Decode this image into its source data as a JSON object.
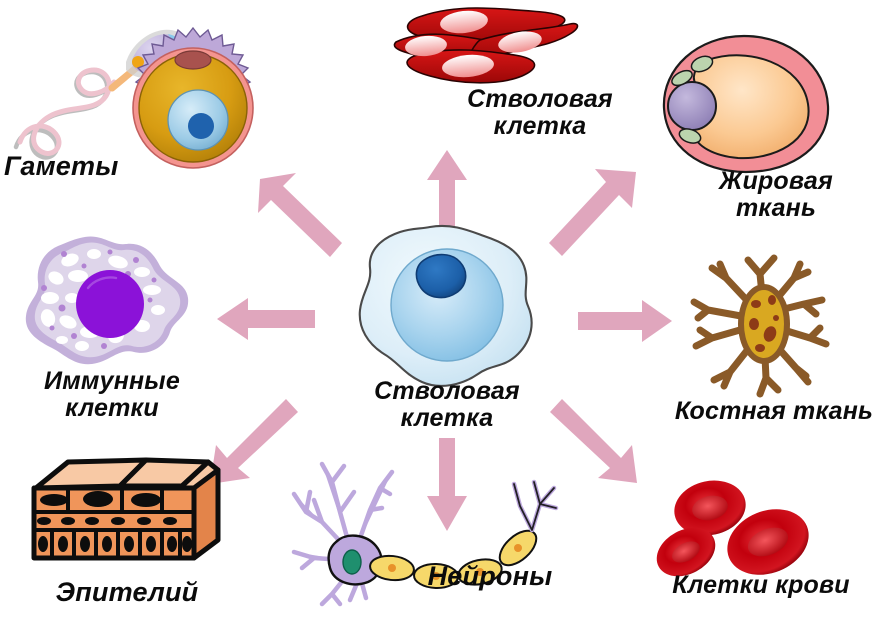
{
  "diagram": {
    "title": "Стволовая клетка",
    "type": "stem-cell-differentiation",
    "background": "#ffffff",
    "arrow_color": "#e0a6bd",
    "label_color": "#0b0b0b"
  },
  "center": {
    "label": "Стволовая\nклетка",
    "icon": "stem-cell-icon",
    "colors": {
      "membrane": "#ddeef8",
      "cytoplasm": "#a9d4ee",
      "nucleus": "#1c5fa8",
      "outline": "#3d3d3d"
    }
  },
  "branches": [
    {
      "id": "gametes",
      "label": "Гаметы",
      "icon": "gametes-icon",
      "direction": "up-left",
      "colors": {
        "corona": "#bda8d8",
        "zona": "#f4948f",
        "cytoplasm": "#d79c12",
        "nucleus": "#9ccbe6",
        "nucleolus": "#1f62ad",
        "sperm_head": "#c7bde0",
        "sperm_tail": "#e8bfc8"
      }
    },
    {
      "id": "muscle",
      "label": "Стволовая\nклетка",
      "icon": "muscle-cells-icon",
      "direction": "up",
      "colors": {
        "cell": "#c20d0d",
        "cell_dark": "#8d0606",
        "nucleus": "#f6b4b4"
      }
    },
    {
      "id": "adipose",
      "label": "Жировая\nткань",
      "icon": "fat-cell-icon",
      "direction": "up-right",
      "colors": {
        "membrane": "#f28e96",
        "lipid": "#fbc992",
        "nucleus": "#a396c7",
        "vesicle": "#bcd4ae"
      }
    },
    {
      "id": "bone",
      "label": "Костная ткань",
      "icon": "osteocyte-icon",
      "direction": "right",
      "colors": {
        "processes": "#8a5a28",
        "body": "#d9a821",
        "granule": "#8d3b17"
      }
    },
    {
      "id": "blood",
      "label": "Клетки крови",
      "icon": "red-blood-cells-icon",
      "direction": "down-right",
      "colors": {
        "cell": "#c2000d",
        "rim": "#8e0009",
        "center": "#e8323a"
      }
    },
    {
      "id": "neurons",
      "label": "Нейроны",
      "icon": "neuron-icon",
      "direction": "down",
      "colors": {
        "soma": "#bda8dd",
        "nucleus": "#1f8f6e",
        "myelin": "#f6d86a",
        "outline": "#111111"
      }
    },
    {
      "id": "epithelium",
      "label": "Эпителий",
      "icon": "epithelium-icon",
      "direction": "down-left",
      "colors": {
        "cells": "#f0955a",
        "top": "#f8c9a5",
        "outline": "#0d0d0d"
      }
    },
    {
      "id": "immune",
      "label": "Иммунные\nклетки",
      "icon": "immune-cell-icon",
      "direction": "left",
      "colors": {
        "cytoplasm": "#ded5ea",
        "membrane": "#c3b0da",
        "nucleus": "#8b12d8",
        "vacuole": "#ffffff"
      }
    }
  ]
}
